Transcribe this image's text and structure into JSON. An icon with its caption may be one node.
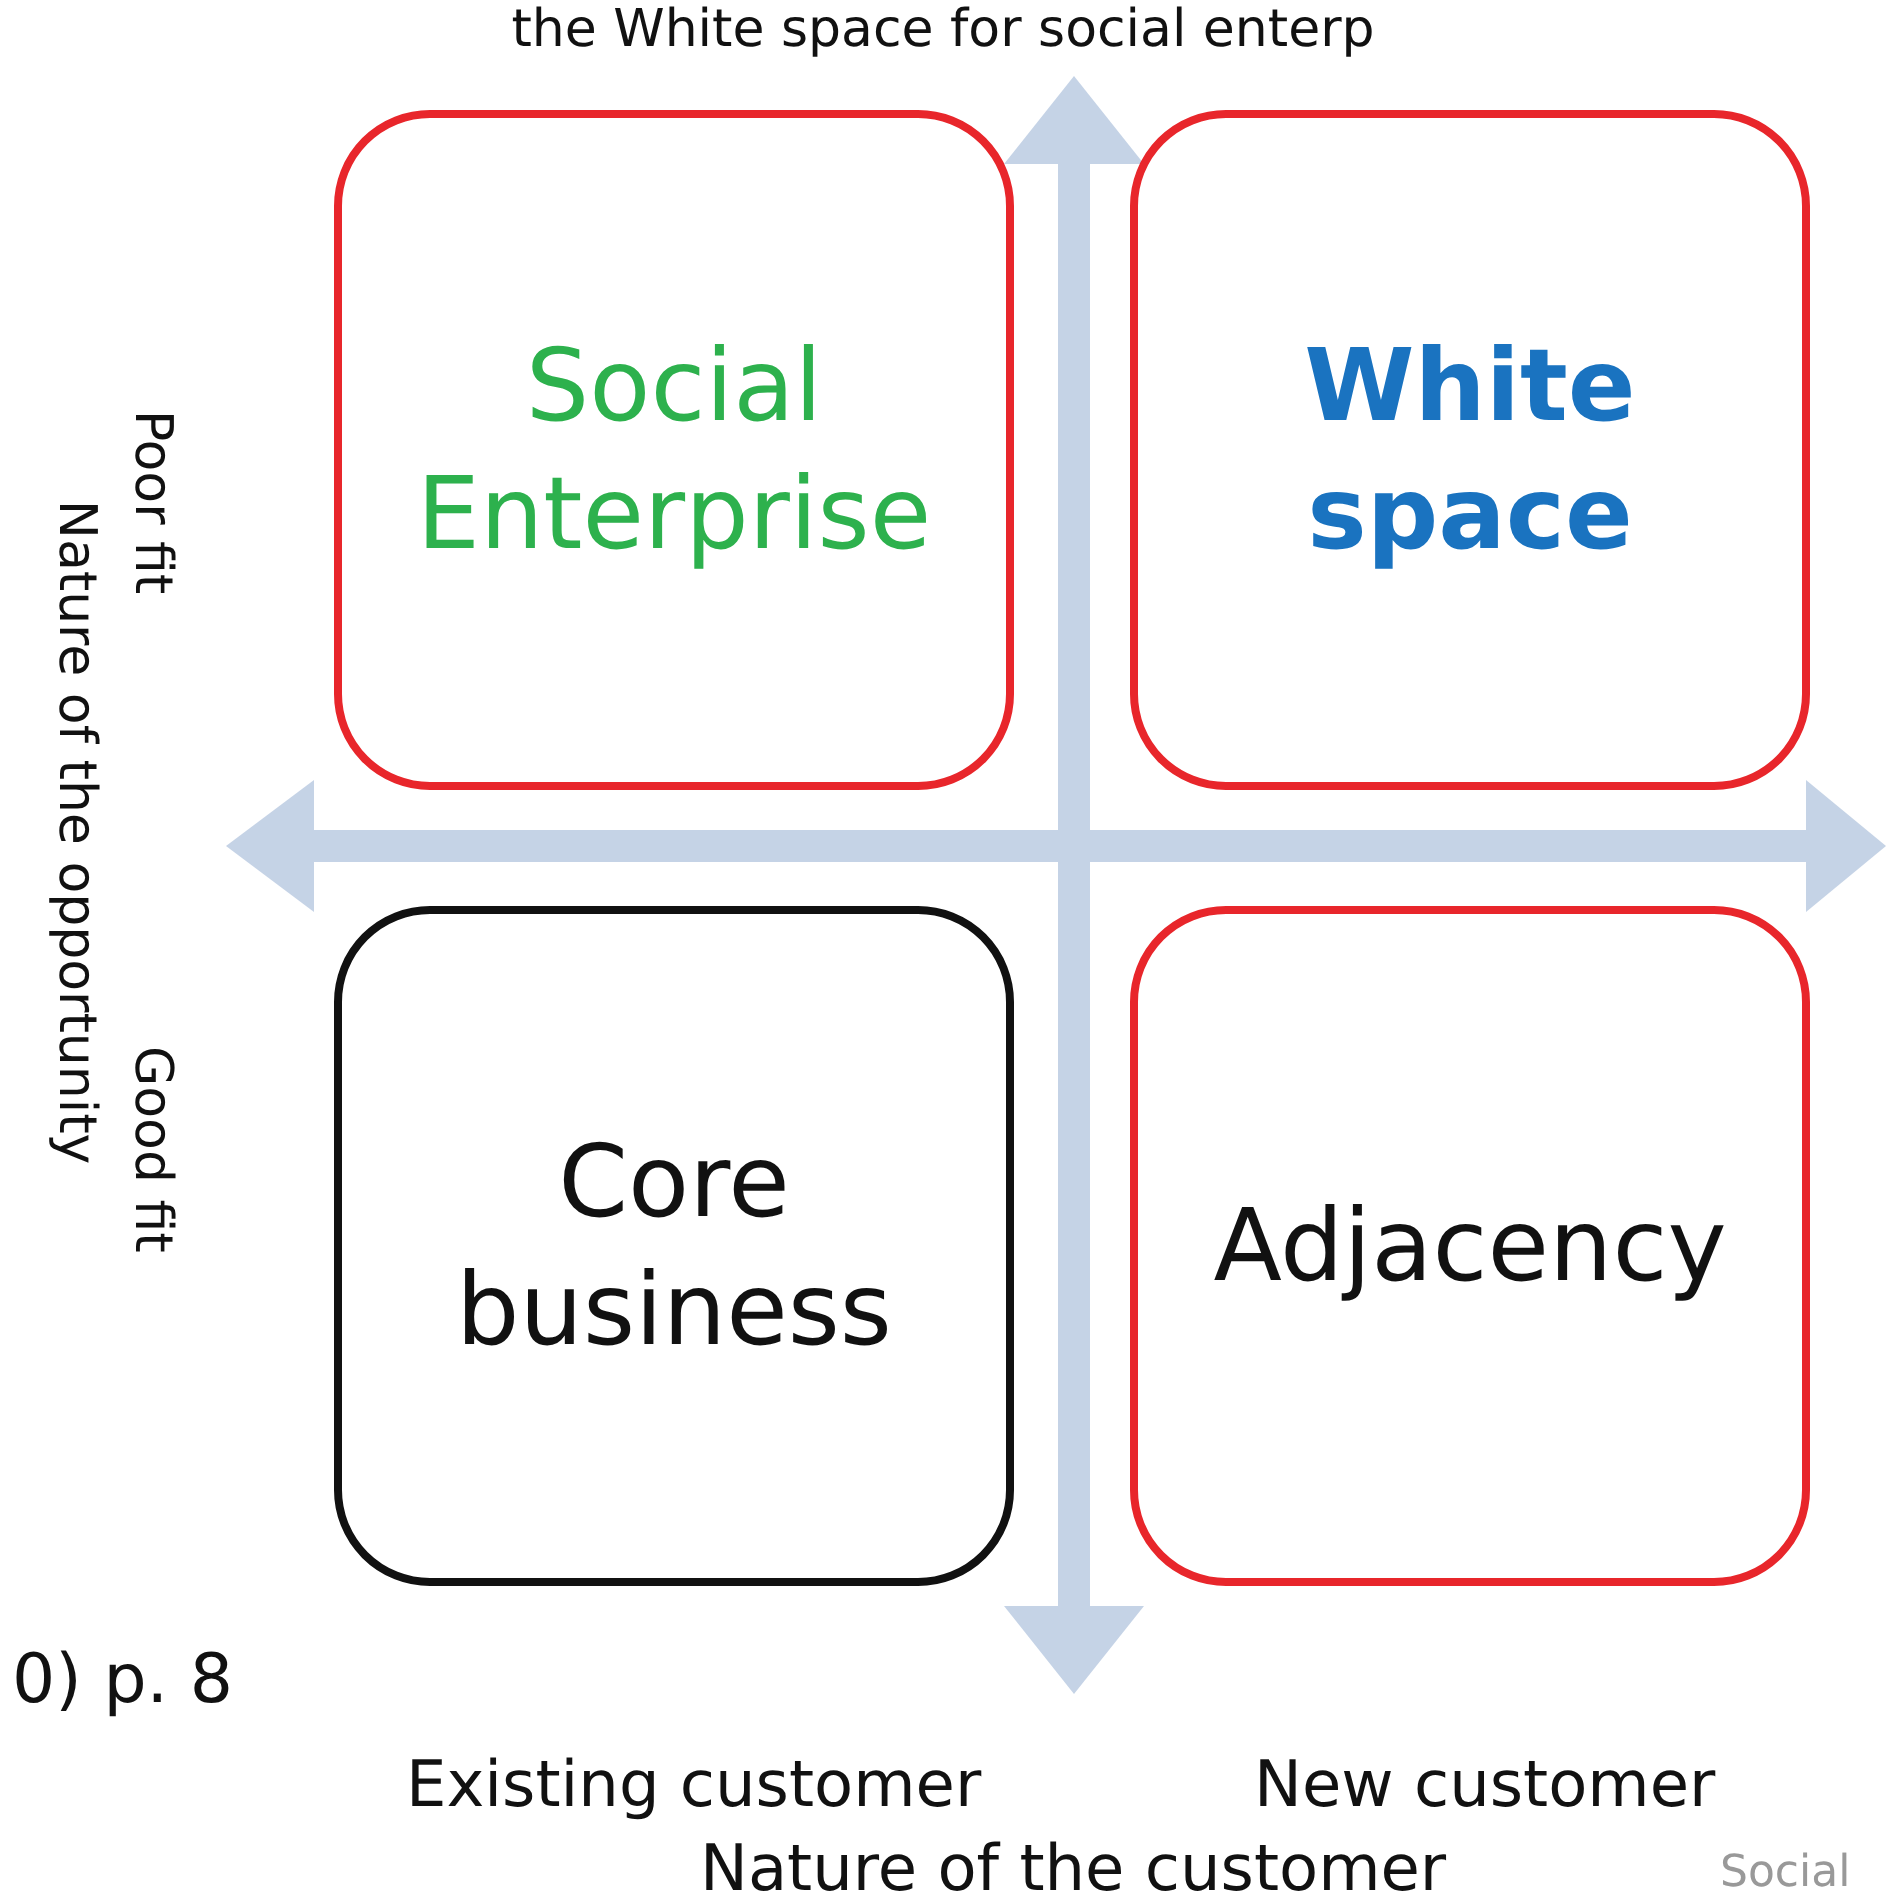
{
  "diagram": {
    "nodes": [
      {
        "text": [
          "Social Enterprise"
        ]
      },
      {
        "text": [
          "White space"
        ]
      },
      {
        "text": [
          "Core business"
        ]
      },
      {
        "text": [
          "Adjacency"
        ]
      }
    ],
    "labels": [
      "the White space for social enterp",
      "Poor fit",
      "Nature of the opportunity",
      "Good fit",
      "0) p. 8",
      "Existing customer",
      "New customer",
      "Nature of the customer",
      "Social"
    ]
  }
}
